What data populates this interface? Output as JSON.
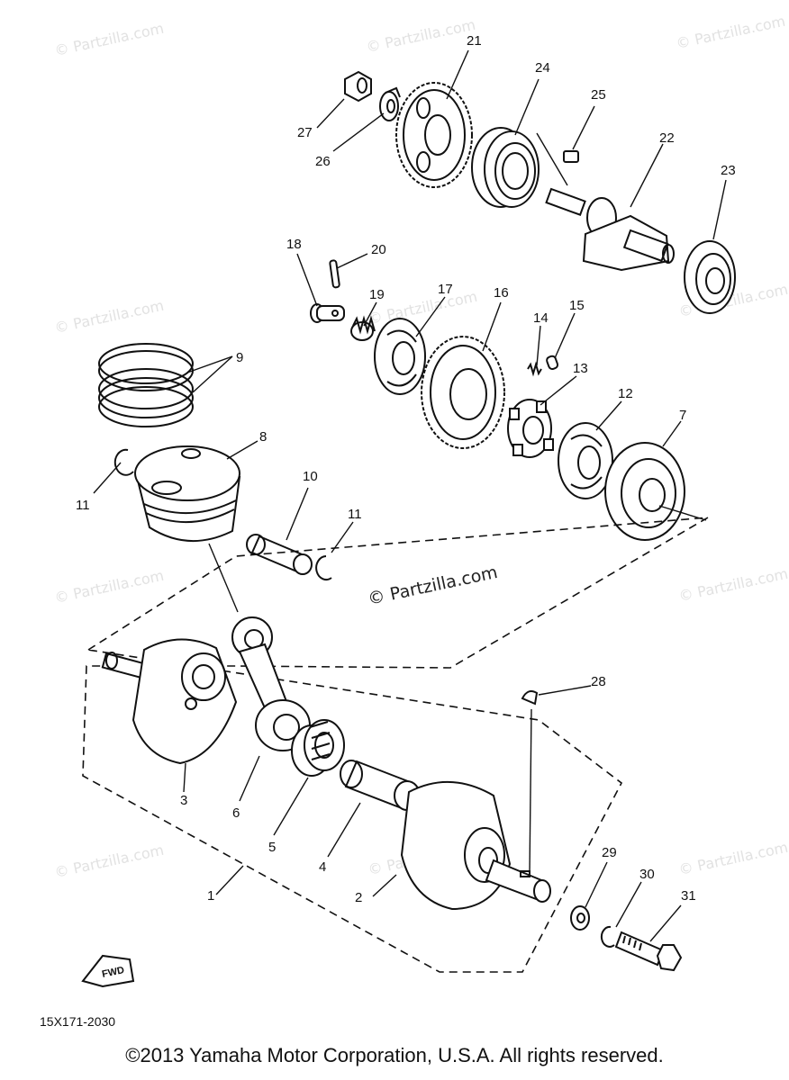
{
  "watermark": {
    "text": "© Partzilla.com",
    "center_text": "© Partzilla.com"
  },
  "drawing_code": "15X171-2030",
  "fwd_label": "FWD",
  "copyright": "©2013  Yamaha Motor Corporation, U.S.A. All rights reserved.",
  "callouts": [
    "1",
    "2",
    "3",
    "4",
    "5",
    "6",
    "7",
    "8",
    "9",
    "10",
    "11",
    "11",
    "12",
    "13",
    "14",
    "15",
    "16",
    "17",
    "18",
    "19",
    "20",
    "21",
    "22",
    "23",
    "24",
    "25",
    "26",
    "27",
    "28",
    "29",
    "30",
    "31"
  ]
}
